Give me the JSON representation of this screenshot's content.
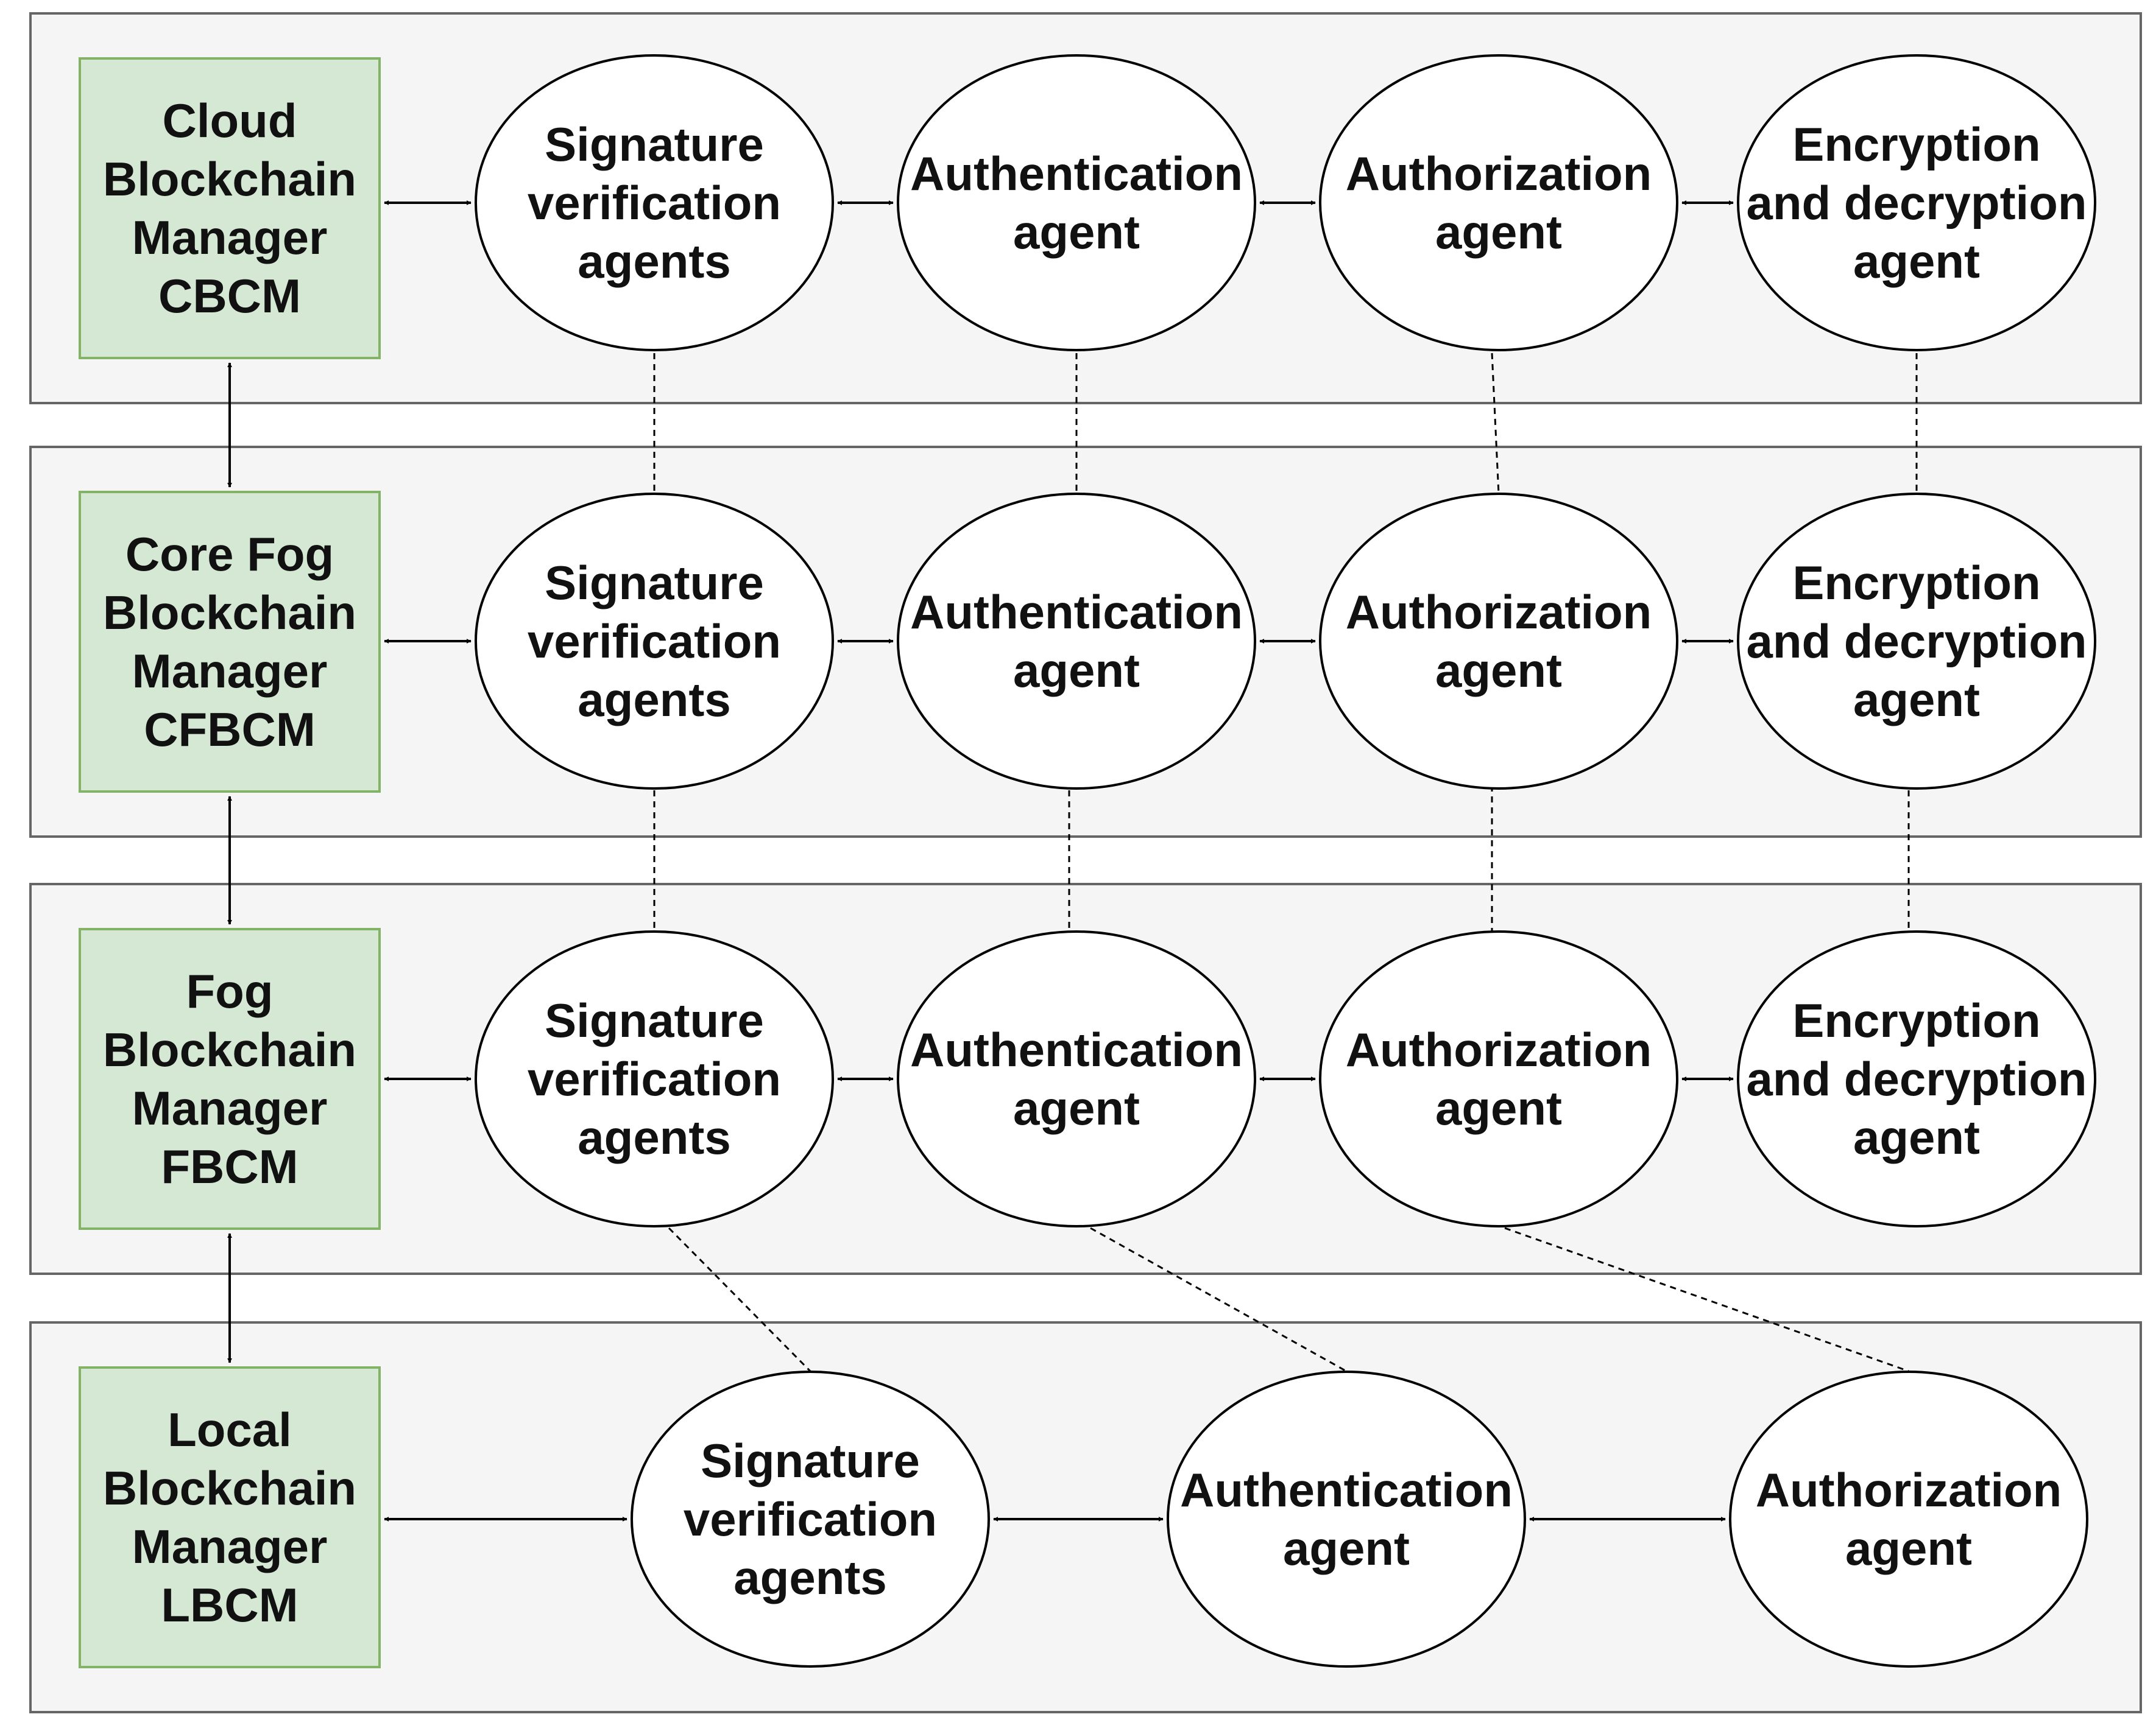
{
  "layers": [
    {
      "manager": [
        "Cloud",
        "Blockchain",
        "Manager",
        "CBCM"
      ],
      "agents": [
        [
          "Signature",
          "verification",
          "agents"
        ],
        [
          "Authentication",
          "agent"
        ],
        [
          "Authorization",
          "agent"
        ],
        [
          "Encryption",
          "and decryption",
          "agent"
        ]
      ]
    },
    {
      "manager": [
        "Core Fog",
        "Blockchain",
        "Manager",
        "CFBCM"
      ],
      "agents": [
        [
          "Signature",
          "verification",
          "agents"
        ],
        [
          "Authentication",
          "agent"
        ],
        [
          "Authorization",
          "agent"
        ],
        [
          "Encryption",
          "and decryption",
          "agent"
        ]
      ]
    },
    {
      "manager": [
        "Fog",
        "Blockchain",
        "Manager",
        "FBCM"
      ],
      "agents": [
        [
          "Signature",
          "verification",
          "agents"
        ],
        [
          "Authentication",
          "agent"
        ],
        [
          "Authorization",
          "agent"
        ],
        [
          "Encryption",
          "and decryption",
          "agent"
        ]
      ]
    },
    {
      "manager": [
        "Local",
        "Blockchain",
        "Manager",
        "LBCM"
      ],
      "agents": [
        [
          "Signature",
          "verification",
          "agents"
        ],
        [
          "Authentication",
          "agent"
        ],
        [
          "Authorization",
          "agent"
        ]
      ]
    }
  ],
  "colors": {
    "panel_fill": "#f5f5f5",
    "panel_stroke": "#666666",
    "manager_fill": "#d5e8d4",
    "manager_stroke": "#82b366",
    "agent_fill": "#ffffff",
    "line": "#000000"
  }
}
